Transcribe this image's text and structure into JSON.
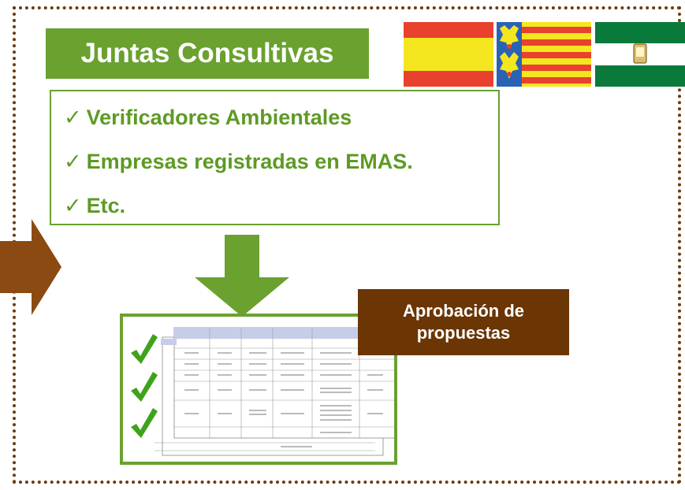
{
  "title": "Juntas Consultivas",
  "list_items": [
    "Verificadores Ambientales",
    "Empresas registradas en EMAS.",
    "Etc."
  ],
  "check_glyph": "✓",
  "approval_label_line1": "Aprobación de",
  "approval_label_line2": "propuestas",
  "icons": [
    "spain-flag-icon",
    "valencia-flag-icon",
    "andalusia-flag-icon",
    "checkmark-icon",
    "right-arrow-icon",
    "down-arrow-icon"
  ],
  "colors": {
    "green": "#6aa12f",
    "text_green": "#5e9a25",
    "brown": "#6b3504",
    "border_brown": "#6b3a0f",
    "spain_red": "#e8412e",
    "spain_yellow": "#f4e61f",
    "valencia_blue": "#2a63b5",
    "andalusia_green": "#0a7a3a"
  }
}
